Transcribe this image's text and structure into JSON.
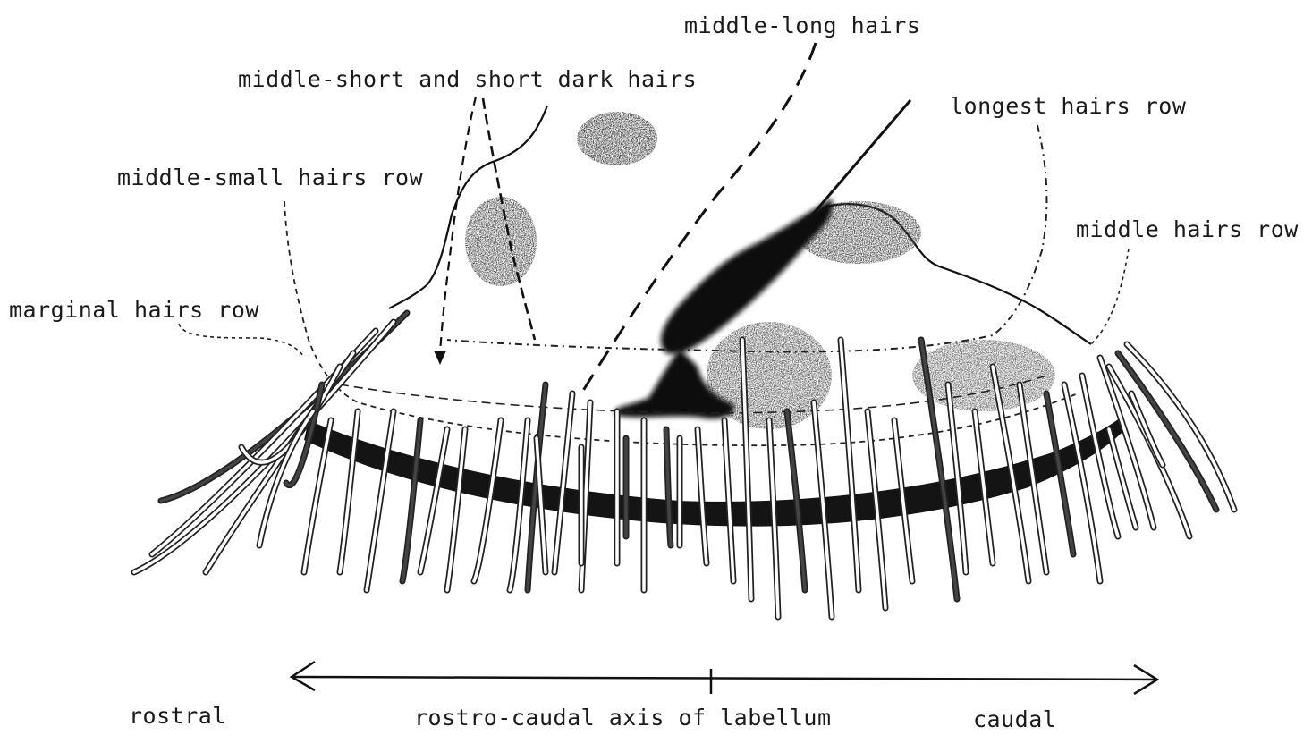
{
  "labels": {
    "middle_long_hairs": "middle-long hairs",
    "middle_short_dark_hairs": "middle-short and short dark hairs",
    "longest_hairs_row": "longest hairs row",
    "middle_small_hairs_row": "middle-small hairs row",
    "middle_hairs_row": "middle hairs row",
    "marginal_hairs_row": "marginal hairs row"
  },
  "axis": {
    "rostral": "rostral",
    "caudal": "caudal",
    "title": "rostro-caudal axis of labellum"
  },
  "colors": {
    "ink": "#111111",
    "hair_outline": "#222222",
    "hair_fill": "#ffffff",
    "shading": "#0d0d0d",
    "background": "#ffffff"
  }
}
